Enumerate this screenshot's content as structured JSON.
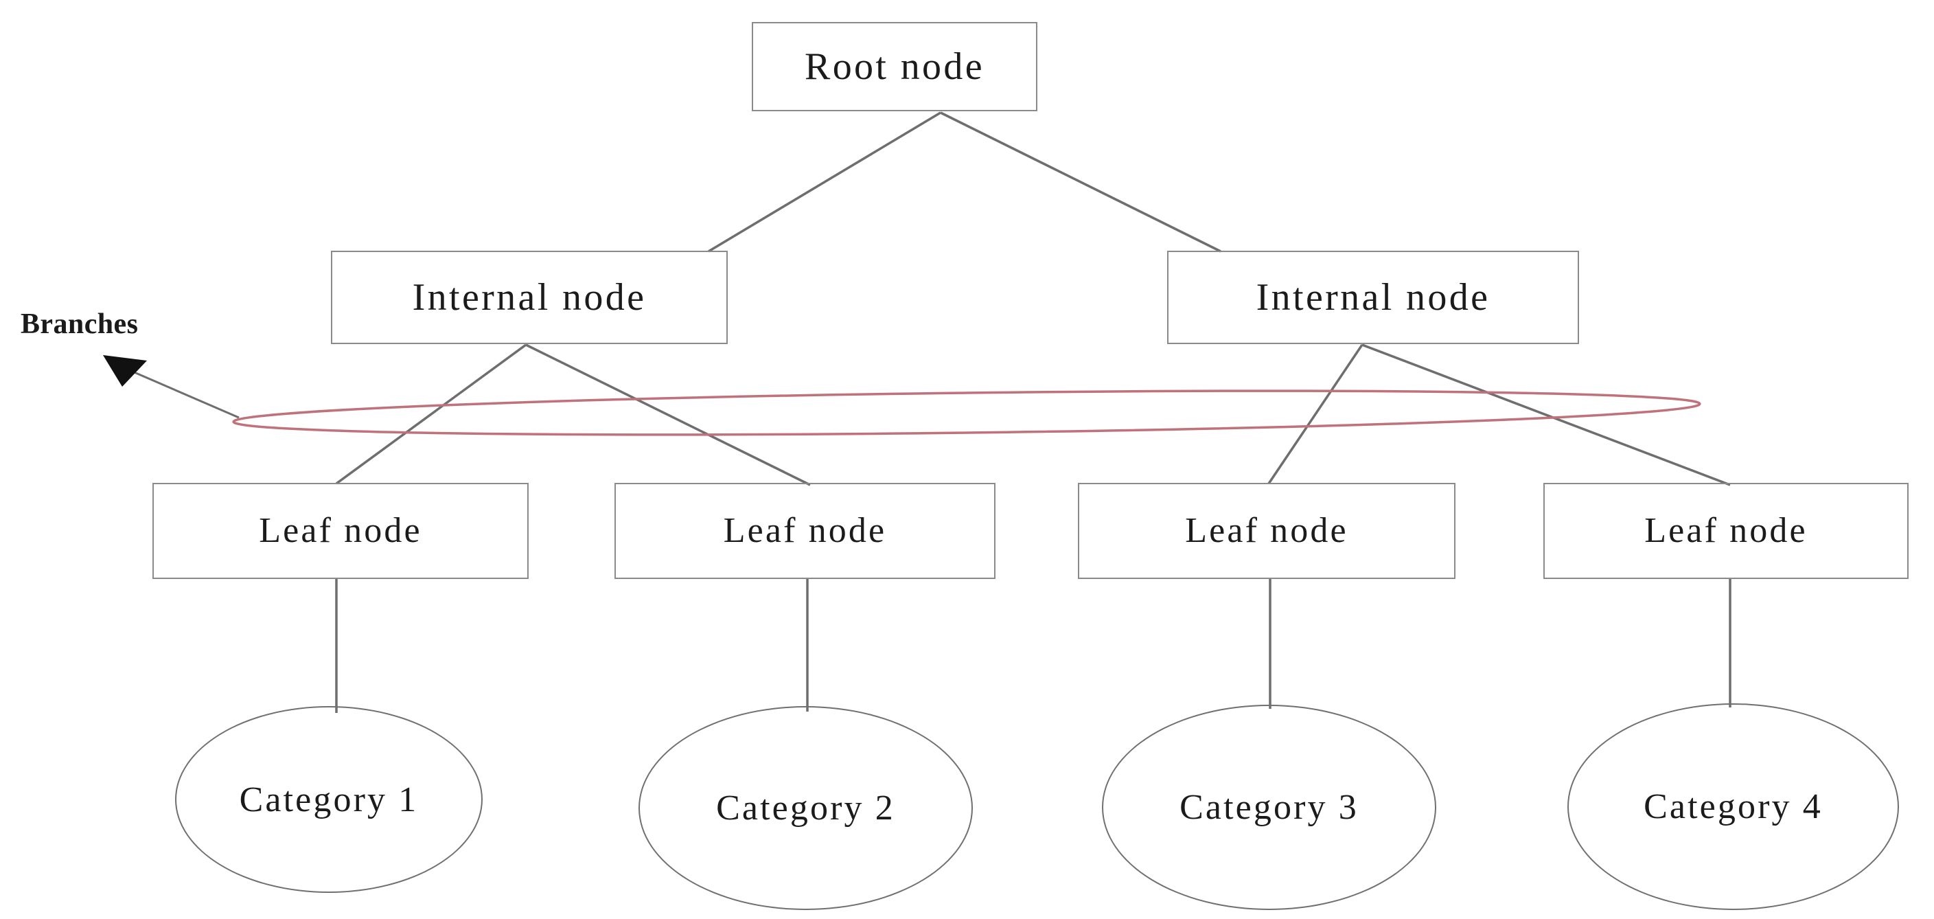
{
  "diagram": {
    "title": "Decision tree structure diagram",
    "background_color": "#ffffff",
    "edge_color": "#6e6e6e",
    "node_border_color": "#8a8a8a",
    "highlight_ellipse_color": "#c0727a",
    "text_color": "#1b1b1b"
  },
  "nodes": {
    "root": {
      "label": "Root node"
    },
    "internal_left": {
      "label": "Internal node"
    },
    "internal_right": {
      "label": "Internal node"
    },
    "leaves": [
      {
        "label": "Leaf node"
      },
      {
        "label": "Leaf node"
      },
      {
        "label": "Leaf node"
      },
      {
        "label": "Leaf node"
      }
    ],
    "categories": [
      {
        "label": "Category 1"
      },
      {
        "label": "Category 2"
      },
      {
        "label": "Category 3"
      },
      {
        "label": "Category 4"
      }
    ]
  },
  "annotations": {
    "branches": {
      "label": "Branches",
      "pointer_icon": "arrow-left-up-icon",
      "highlight_shape": "ellipse-outline"
    }
  },
  "chart_data": {
    "type": "diagram",
    "title": "Decision tree structure",
    "levels": [
      "Root node",
      "Internal node",
      "Leaf node",
      "Category"
    ],
    "edges": [
      {
        "from": "Root node",
        "to": "Internal node (left)"
      },
      {
        "from": "Root node",
        "to": "Internal node (right)"
      },
      {
        "from": "Internal node (left)",
        "to": "Leaf node 1"
      },
      {
        "from": "Internal node (left)",
        "to": "Leaf node 2"
      },
      {
        "from": "Internal node (right)",
        "to": "Leaf node 3"
      },
      {
        "from": "Internal node (right)",
        "to": "Leaf node 4"
      },
      {
        "from": "Leaf node 1",
        "to": "Category 1"
      },
      {
        "from": "Leaf node 2",
        "to": "Category 2"
      },
      {
        "from": "Leaf node 3",
        "to": "Category 3"
      },
      {
        "from": "Leaf node 4",
        "to": "Category 4"
      }
    ],
    "annotation": "Branches"
  }
}
